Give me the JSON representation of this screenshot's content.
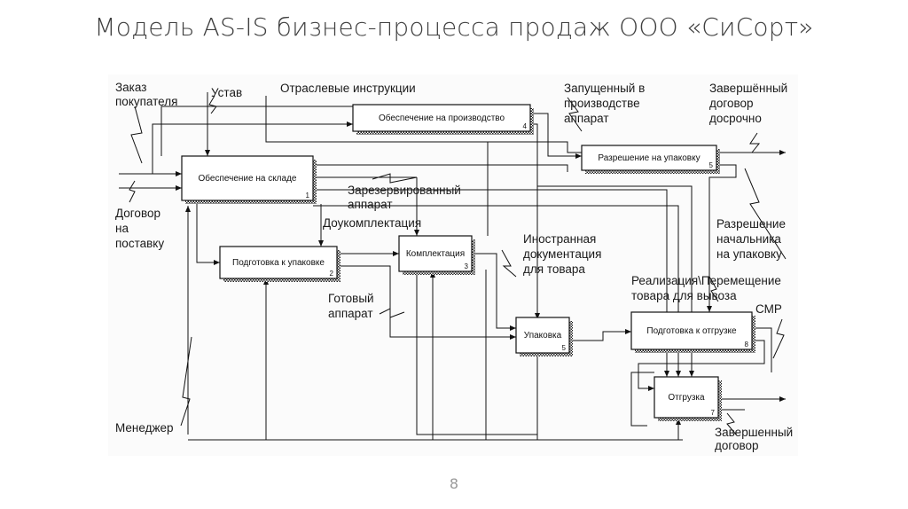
{
  "slide": {
    "title": "Модель AS-IS бизнес-процесса продаж ООО «СиСорт»",
    "page_number": "8"
  },
  "boxes": [
    {
      "label": "Обеспечение на производство",
      "number": "4"
    },
    {
      "label": "Разрешение на упаковку",
      "number": "5"
    },
    {
      "label": "Обеспечение на складе",
      "number": "1"
    },
    {
      "label": "Подготовка к упаковке",
      "number": "2"
    },
    {
      "label": "Комплектация",
      "number": "3"
    },
    {
      "label": "Упаковка",
      "number": "5"
    },
    {
      "label": "Подготовка к отгрузке",
      "number": "8"
    },
    {
      "label": "Отгрузка",
      "number": "7"
    }
  ],
  "labels": {
    "order_1": "Заказ",
    "order_2": "покупателя",
    "charter": "Устав",
    "industry": "Отраслевые инструкции",
    "launched_1": "Запущенный в",
    "launched_2": "производстве",
    "launched_3": "аппарат",
    "completed_early_1": "Завершённый",
    "completed_early_2": "договор",
    "completed_early_3": "досрочно",
    "contract_1": "Договор",
    "contract_2": "на",
    "contract_3": "поставку",
    "reserved_1": "Зарезервированный",
    "reserved_2": "аппарат",
    "additional": "Доукомплектация",
    "permission_1": "Разрешение",
    "permission_2": "начальника",
    "permission_3": "на упаковку",
    "foreign_1": "Иностранная",
    "foreign_2": "документация",
    "foreign_3": "для товара",
    "realization_1": "Реализация\\Перемещение",
    "realization_2": "товара для вывоза",
    "ready_1": "Готовый",
    "ready_2": "аппарат",
    "smr": "СМР",
    "manager": "Менеджер",
    "completed_1": "Завершенный",
    "completed_2": "договор"
  }
}
